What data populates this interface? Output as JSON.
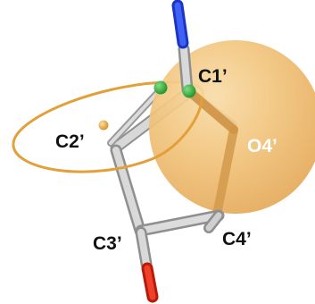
{
  "labels": {
    "c1": "C1’",
    "c2": "C2’",
    "c3": "C3’",
    "c4": "C4’",
    "o4": "O4’"
  },
  "colors": {
    "carbon_bond": "#c8c8c8",
    "carbon_bond_shadow": "#8f8f8f",
    "nitrogen": "#1f3fe0",
    "oxygen": "#e2230d",
    "sphere": "#f0bf72",
    "sphere_edge": "#e0a552",
    "ring_ellipse": "#e3a03a",
    "centroid": "#e3a03a",
    "green_marker": "#2ea836",
    "label_dark": "#111111",
    "label_light": "#ffffff"
  }
}
